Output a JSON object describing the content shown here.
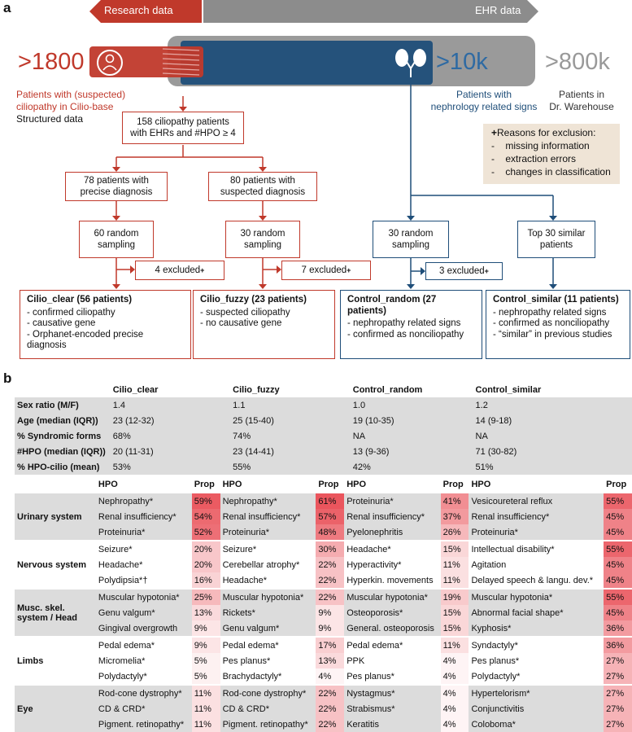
{
  "panel_labels": {
    "a": "a",
    "b": "b"
  },
  "top_arrows": {
    "research": "Research data",
    "ehr": "EHR data"
  },
  "counts": {
    "cilio_base": ">1800",
    "nephro": ">10k",
    "warehouse": ">800k"
  },
  "source_labels": {
    "cilio_base_l1": "Patients with (suspected)",
    "cilio_base_l2": "ciliopathy in Cilio-base",
    "cilio_base_l3": "Structured data",
    "nephro_l1": "Patients with",
    "nephro_l2": "nephrology related signs",
    "warehouse_l1": "Patients in",
    "warehouse_l2": "Dr. Warehouse"
  },
  "flow": {
    "start_l1": "158 ciliopathy patients",
    "start_l2": "with EHRs and  #HPO ≥ 4",
    "precise_l1": "78 patients with",
    "precise_l2": "precise diagnosis",
    "suspected_l1": "80 patients with",
    "suspected_l2": "suspected diagnosis",
    "sampling60_l1": "60 random",
    "sampling60_l2": "sampling",
    "sampling30a_l1": "30 random",
    "sampling30a_l2": "sampling",
    "sampling30b_l1": "30 random",
    "sampling30b_l2": "sampling",
    "top30_l1": "Top 30 similar",
    "top30_l2": "patients",
    "excl4": "4 excluded",
    "excl7": "7 excluded",
    "excl3": "3 excluded",
    "plus": "+"
  },
  "reasons": {
    "title": "Reasons for exclusion:",
    "items": [
      "missing information",
      "extraction errors",
      "changes in classification"
    ]
  },
  "result_boxes": {
    "clear": {
      "title": "Cilio_clear (56 patients)",
      "items": [
        "- confirmed ciliopathy",
        "- causative gene",
        "- Orphanet-encoded precise diagnosis"
      ]
    },
    "fuzzy": {
      "title": "Cilio_fuzzy (23 patients)",
      "items": [
        "- suspected ciliopathy",
        "- no causative gene"
      ]
    },
    "random": {
      "title": "Control_random (27 patients)",
      "items": [
        "- nephropathy related signs",
        "- confirmed as nonciliopathy"
      ]
    },
    "similar": {
      "title": "Control_similar (11 patients)",
      "items": [
        "- nephropathy related signs",
        "- confirmed as nonciliopathy",
        "- “similar” in previous studies"
      ]
    }
  },
  "table_summary": {
    "groups": [
      "Cilio_clear",
      "Cilio_fuzzy",
      "Control_random",
      "Control_similar"
    ],
    "rows": [
      {
        "label": "Sex ratio (M/F)",
        "values": [
          "1.4",
          "1.1",
          "1.0",
          "1.2"
        ]
      },
      {
        "label": "Age (median (IQR))",
        "values": [
          "23 (12-32)",
          "25 (15-40)",
          "19 (10-35)",
          "14 (9-18)"
        ]
      },
      {
        "label": "% Syndromic forms",
        "values": [
          "68%",
          "74%",
          "NA",
          "NA"
        ]
      },
      {
        "label": "#HPO (median (IQR))",
        "values": [
          "20 (11-31)",
          "23 (14-41)",
          "13 (9-36)",
          "71 (30-82)"
        ]
      },
      {
        "label": "% HPO-cilio (mean)",
        "values": [
          "53%",
          "55%",
          "42%",
          "51%"
        ]
      }
    ]
  },
  "table_hpo": {
    "col_hpo": "HPO",
    "col_prop": "Prop",
    "systems": [
      {
        "name": "Urinary system",
        "rows": [
          [
            [
              "Nephropathy*",
              "59%"
            ],
            [
              "Nephropathy*",
              "61%"
            ],
            [
              "Proteinuria*",
              "41%"
            ],
            [
              "Vesicoureteral reflux",
              "55%"
            ]
          ],
          [
            [
              "Renal insufficiency*",
              "54%"
            ],
            [
              "Renal insufficiency*",
              "57%"
            ],
            [
              "Renal insufficiency*",
              "37%"
            ],
            [
              "Renal insufficiency*",
              "45%"
            ]
          ],
          [
            [
              "Proteinuria*",
              "52%"
            ],
            [
              "Proteinuria*",
              "48%"
            ],
            [
              "Pyelonephritis",
              "26%"
            ],
            [
              "Proteinuria*",
              "45%"
            ]
          ]
        ]
      },
      {
        "name": "Nervous system",
        "rows": [
          [
            [
              "Seizure*",
              "20%"
            ],
            [
              "Seizure*",
              "30%"
            ],
            [
              "Headache*",
              "15%"
            ],
            [
              "Intellectual disability*",
              "55%"
            ]
          ],
          [
            [
              "Headache*",
              "20%"
            ],
            [
              "Cerebellar atrophy*",
              "22%"
            ],
            [
              "Hyperactivity*",
              "11%"
            ],
            [
              "Agitation",
              "45%"
            ]
          ],
          [
            [
              "Polydipsia*†",
              "16%"
            ],
            [
              "Headache*",
              "22%"
            ],
            [
              "Hyperkin. movements",
              "11%"
            ],
            [
              "Delayed speech & langu. dev.*",
              "45%"
            ]
          ]
        ]
      },
      {
        "name": "Musc. skel. system / Head",
        "rows": [
          [
            [
              "Muscular hypotonia*",
              "25%"
            ],
            [
              "Muscular hypotonia*",
              "22%"
            ],
            [
              "Muscular hypotonia*",
              "19%"
            ],
            [
              "Muscular hypotonia*",
              "55%"
            ]
          ],
          [
            [
              "Genu valgum*",
              "13%"
            ],
            [
              "Rickets*",
              "9%"
            ],
            [
              "Osteoporosis*",
              "15%"
            ],
            [
              "Abnormal facial shape*",
              "45%"
            ]
          ],
          [
            [
              "Gingival overgrowth",
              "9%"
            ],
            [
              "Genu valgum*",
              "9%"
            ],
            [
              "General. osteoporosis",
              "15%"
            ],
            [
              "Kyphosis*",
              "36%"
            ]
          ]
        ]
      },
      {
        "name": "Limbs",
        "rows": [
          [
            [
              "Pedal edema*",
              "9%"
            ],
            [
              "Pedal edema*",
              "17%"
            ],
            [
              "Pedal edema*",
              "11%"
            ],
            [
              "Syndactyly*",
              "36%"
            ]
          ],
          [
            [
              "Micromelia*",
              "5%"
            ],
            [
              "Pes planus*",
              "13%"
            ],
            [
              "PPK",
              "4%"
            ],
            [
              "Pes planus*",
              "27%"
            ]
          ],
          [
            [
              "Polydactyly*",
              "5%"
            ],
            [
              "Brachydactyly*",
              "4%"
            ],
            [
              "Pes planus*",
              "4%"
            ],
            [
              "Polydactyly*",
              "27%"
            ]
          ]
        ]
      },
      {
        "name": "Eye",
        "rows": [
          [
            [
              "Rod-cone dystrophy*",
              "11%"
            ],
            [
              "Rod-cone dystrophy*",
              "22%"
            ],
            [
              "Nystagmus*",
              "4%"
            ],
            [
              "Hypertelorism*",
              "27%"
            ]
          ],
          [
            [
              "CD & CRD*",
              "11%"
            ],
            [
              "CD & CRD*",
              "22%"
            ],
            [
              "Strabismus*",
              "4%"
            ],
            [
              "Conjunctivitis",
              "27%"
            ]
          ],
          [
            [
              "Pigment. retinopathy*",
              "11%"
            ],
            [
              "Pigment. retinopathy*",
              "22%"
            ],
            [
              "Keratitis",
              "4%"
            ],
            [
              "Coloboma*",
              "27%"
            ]
          ]
        ]
      }
    ]
  },
  "colors": {
    "red": "#c0392b",
    "blue": "#1f4e79",
    "grey": "#dcdcdc",
    "heat": "#e8474f"
  }
}
